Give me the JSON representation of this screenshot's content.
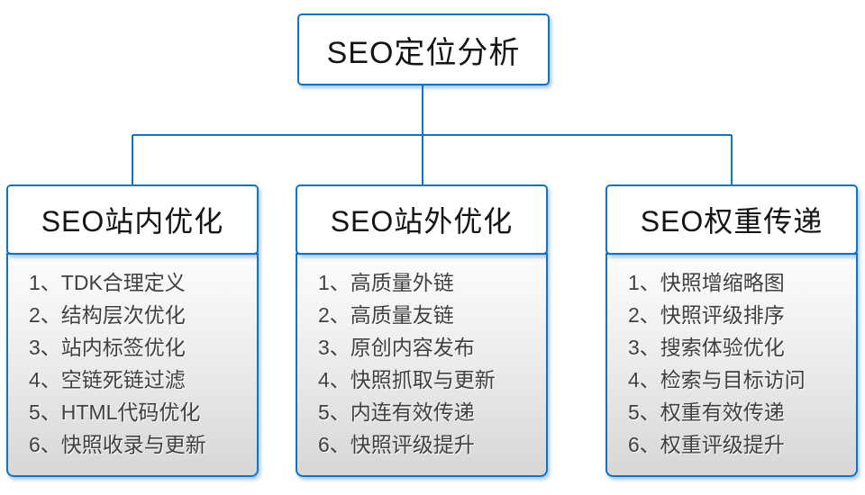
{
  "diagram": {
    "root": {
      "title": "SEO定位分析"
    },
    "columns": [
      {
        "title": "SEO站内优化",
        "items": [
          "1、TDK合理定义",
          "2、结构层次优化",
          "3、站内标签优化",
          "4、空链死链过滤",
          "5、HTML代码优化",
          "6、快照收录与更新"
        ]
      },
      {
        "title": "SEO站外优化",
        "items": [
          "1、高质量外链",
          "2、高质量友链",
          "3、原创内容发布",
          "4、快照抓取与更新",
          "5、内连有效传递",
          "6、快照评级提升"
        ]
      },
      {
        "title": "SEO权重传递",
        "items": [
          "1、快照增缩略图",
          "2、快照评级排序",
          "3、搜索体验优化",
          "4、检索与目标访问",
          "5、权重有效传递",
          "6、权重评级提升"
        ]
      }
    ]
  },
  "colors": {
    "accent": "#1273c4",
    "panel_gradient_top": "#fdfdfd",
    "panel_gradient_bottom": "#d7d7d7",
    "title_text": "#141414",
    "list_text": "#3f3f3f"
  }
}
